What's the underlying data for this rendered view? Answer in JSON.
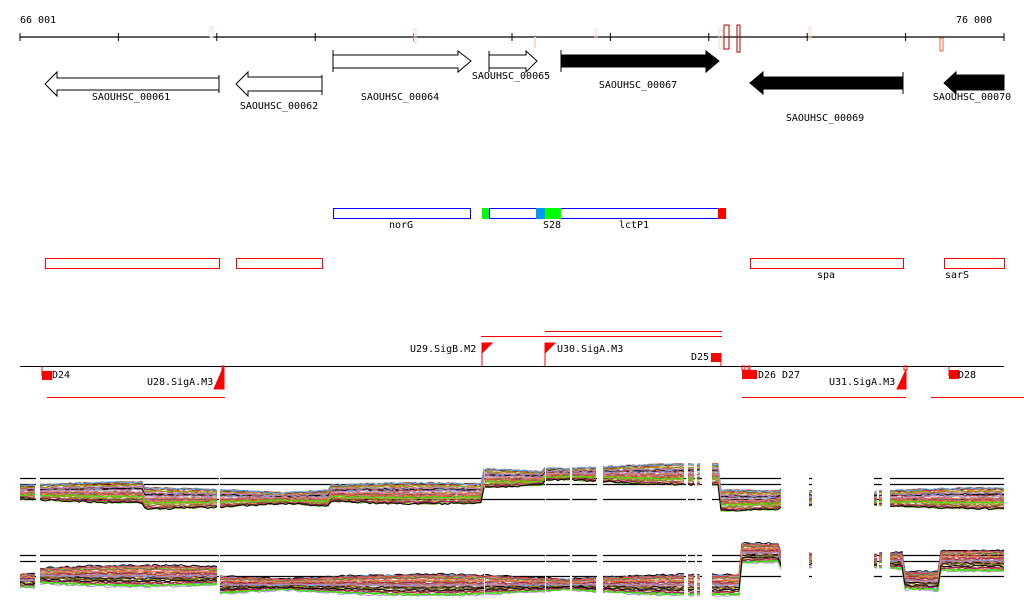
{
  "ruler": {
    "start_label": "66 001",
    "end_label": "76 000",
    "start": 66001,
    "end": 76000
  },
  "genes": [
    {
      "name": "SAOUHSC_00061",
      "strand": "-",
      "fill": "white"
    },
    {
      "name": "SAOUHSC_00062",
      "strand": "-",
      "fill": "white"
    },
    {
      "name": "SAOUHSC_00064",
      "strand": "+",
      "fill": "white"
    },
    {
      "name": "SAOUHSC_00065",
      "strand": "+",
      "fill": "white"
    },
    {
      "name": "SAOUHSC_00067",
      "strand": "+",
      "fill": "black"
    },
    {
      "name": "SAOUHSC_00069",
      "strand": "-",
      "fill": "black"
    },
    {
      "name": "SAOUHSC_00070",
      "strand": "-",
      "fill": "black"
    }
  ],
  "features": {
    "norG": "norG",
    "s28": "S28",
    "lctP1": "lctP1"
  },
  "annotations": {
    "spa": "spa",
    "sarS": "sarS"
  },
  "transcription": {
    "d24": "D24",
    "u28": "U28.SigA.M3",
    "u29": "U29.SigB.M2",
    "u30": "U30.SigA.M3",
    "d25": "D25",
    "d26": "D26",
    "d27": "D27",
    "u31": "U31.SigA.M3",
    "d28": "D28"
  },
  "colors": {
    "feature_red": "#ff0000",
    "feature_blue": "#0000ff",
    "green": "#00ff00",
    "sky": "#0099ff"
  }
}
